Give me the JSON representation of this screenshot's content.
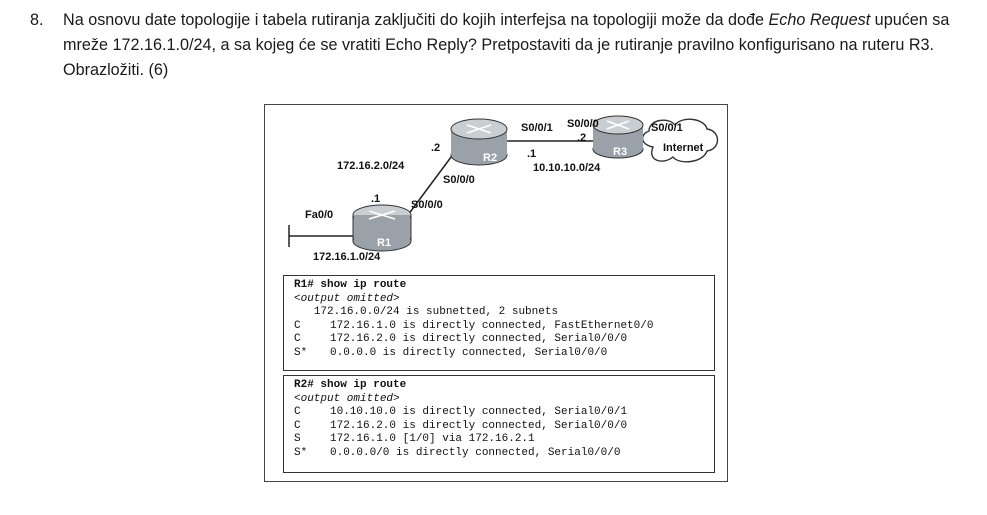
{
  "question": {
    "number": "8.",
    "text_1": "Na osnovu date topologije i tabela rutiranja zaključiti do kojih interfejsa na topologiji može da dođe ",
    "text_em_1": "Echo Request",
    "text_2": " upućen sa mreže 172.16.1.0/24, a sa kojeg će se vratiti Echo Reply? Pretpostaviti da je rutiranje pravilno konfigurisano na ruteru R3. Obrazložiti. (6)"
  },
  "topology": {
    "routers": [
      "R1",
      "R2",
      "R3"
    ],
    "labels": {
      "r1_fa": "Fa0/0",
      "r1_lan": "172.16.1.0/24",
      "r1_dot": ".1",
      "r1_s": "S0/0/0",
      "link12_net": "172.16.2.0/24",
      "r2_dot": ".2",
      "r2_s000": "S0/0/0",
      "r2_s001": "S0/0/1",
      "r2_dot1": ".1",
      "link23_net": "10.10.10.0/24",
      "r3_s000": "S0/0/0",
      "r3_dot": ".2",
      "r3_s001": "S0/0/1",
      "internet": "Internet"
    }
  },
  "r1_table": {
    "prompt": "R1#",
    "command": " show ip route",
    "omitted": "<output omitted>",
    "summary": "172.16.0.0/24 is subnetted, 2 subnets",
    "rows": [
      {
        "code": "C",
        "text": "172.16.1.0 is directly connected, FastEthernet0/0"
      },
      {
        "code": "C",
        "text": "172.16.2.0 is directly connected, Serial0/0/0"
      },
      {
        "code": "S*",
        "text": "0.0.0.0 is directly connected, Serial0/0/0"
      }
    ]
  },
  "r2_table": {
    "prompt": "R2#",
    "command": " show ip route",
    "omitted": "<output omitted>",
    "rows": [
      {
        "code": "C",
        "text": "10.10.10.0 is directly connected, Serial0/0/1"
      },
      {
        "code": "C",
        "text": "172.16.2.0 is directly connected, Serial0/0/0"
      },
      {
        "code": "S",
        "text": "172.16.1.0 [1/0] via 172.16.2.1"
      },
      {
        "code": "S*",
        "text": "0.0.0.0/0 is directly connected, Serial0/0/0"
      }
    ]
  },
  "colors": {
    "router_body": "#9aa1a8",
    "router_top": "#c9ced3",
    "text": "#1a1a1a"
  }
}
